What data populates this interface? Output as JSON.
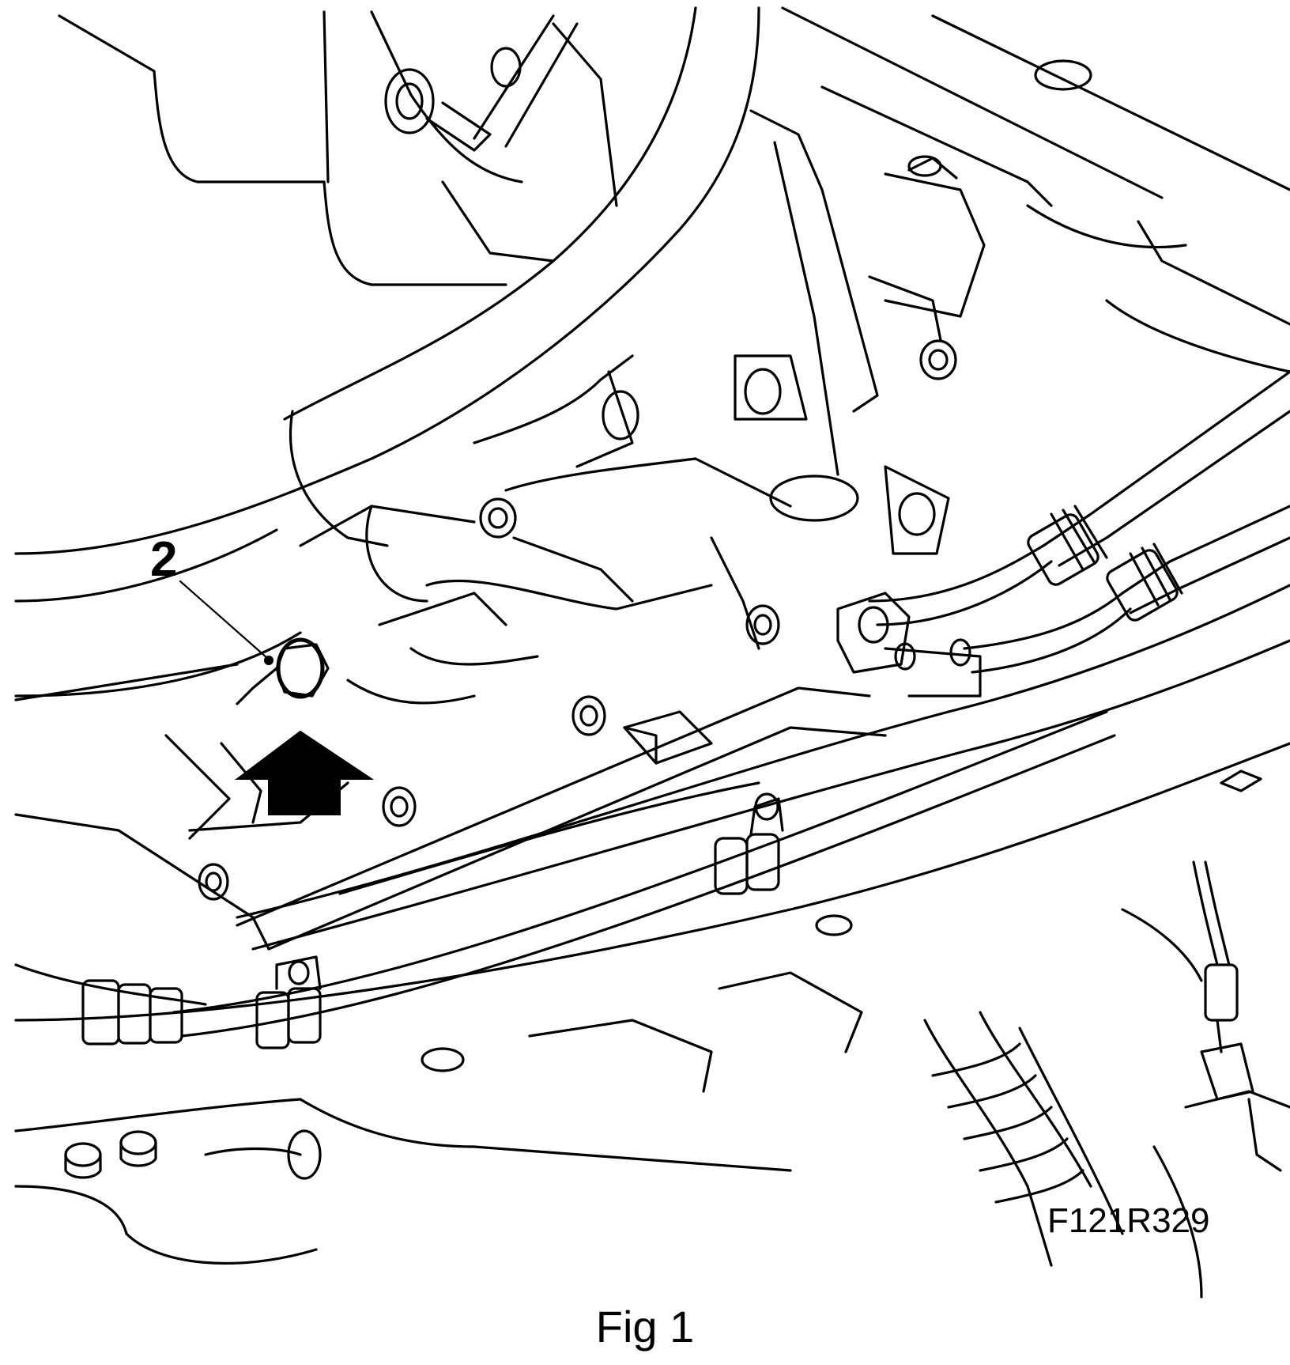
{
  "figure": {
    "callout_label": "2",
    "drawing_code": "F121R329",
    "caption": "Fig 1",
    "colors": {
      "line": "#000000",
      "background": "#ffffff",
      "arrow_fill": "#000000"
    }
  }
}
